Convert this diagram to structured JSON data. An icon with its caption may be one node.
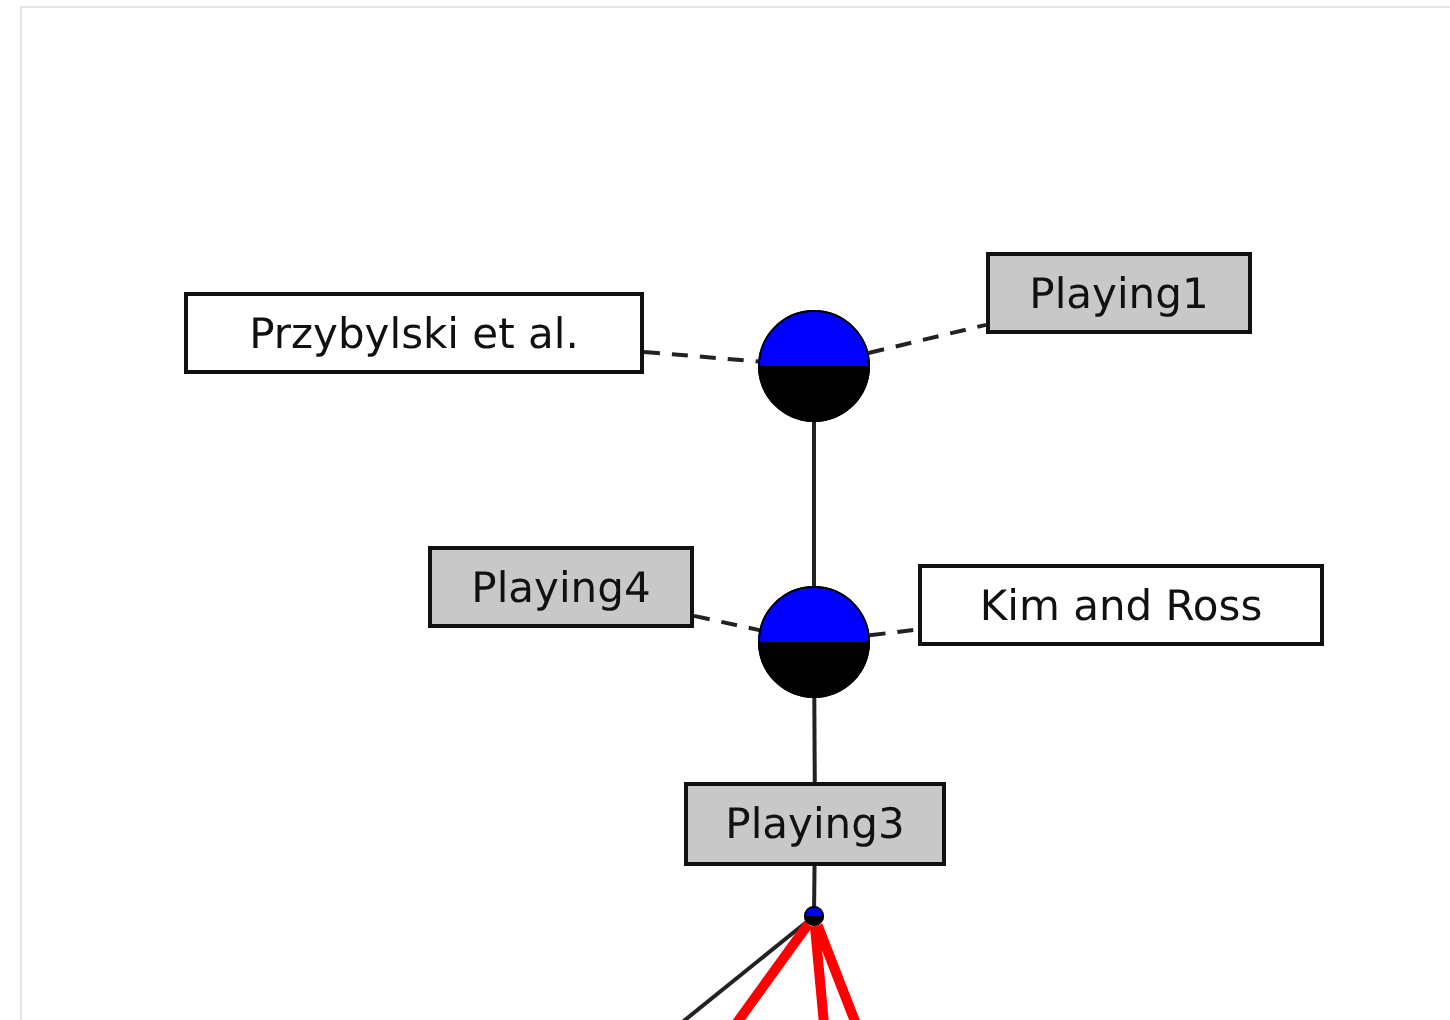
{
  "diagram": {
    "nodes": [
      {
        "text": [
          "Przybylski et al."
        ]
      },
      {
        "text": [
          "Playing1"
        ]
      },
      {
        "text": [],
        "shape": "circle"
      },
      {
        "text": [
          "Playing4"
        ]
      },
      {
        "text": [
          "Kim and Ross"
        ]
      },
      {
        "text": [],
        "shape": "circle"
      },
      {
        "text": [
          "Playing3"
        ]
      },
      {
        "text": [],
        "shape": "circle"
      }
    ],
    "edges": [
      {
        "from": 0,
        "to": 2,
        "arrow": "none",
        "style": "dashed"
      },
      {
        "from": 2,
        "to": 1,
        "arrow": "none",
        "style": "dashed"
      },
      {
        "from": 2,
        "to": 5,
        "arrow": "none"
      },
      {
        "from": 3,
        "to": 5,
        "arrow": "none",
        "style": "dashed"
      },
      {
        "from": 5,
        "to": 4,
        "arrow": "none",
        "style": "dashed"
      },
      {
        "from": 5,
        "to": 6,
        "arrow": "none"
      },
      {
        "from": 6,
        "to": 7,
        "arrow": "none"
      },
      {
        "from": 7,
        "to": null,
        "arrow": "none"
      },
      {
        "from": 7,
        "to": null,
        "arrow": "none",
        "style": "thick",
        "color": "#ff0000"
      },
      {
        "from": 7,
        "to": null,
        "arrow": "none",
        "style": "thick",
        "color": "#ff0000"
      },
      {
        "from": 7,
        "to": null,
        "arrow": "none",
        "style": "thick",
        "color": "#ff0000"
      }
    ]
  }
}
